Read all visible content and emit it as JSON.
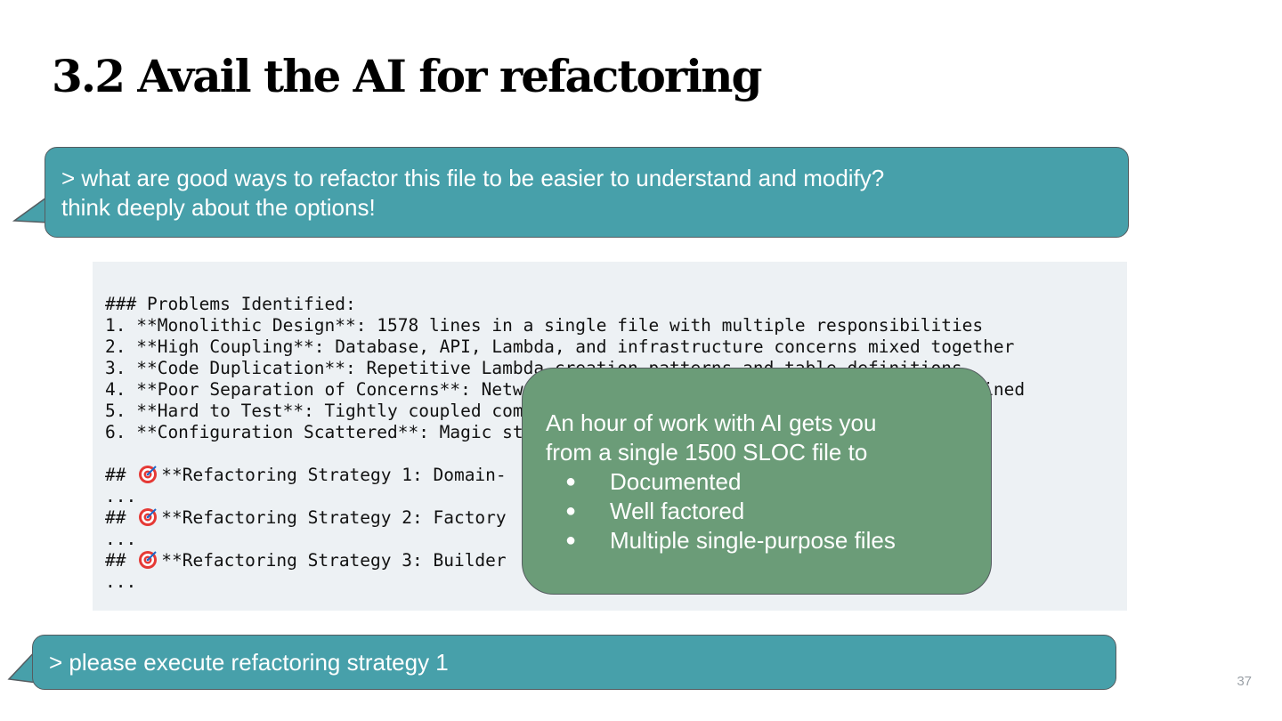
{
  "slide": {
    "title": "3.2 Avail the AI for refactoring",
    "page_number": "37"
  },
  "prompt_top": {
    "lines": [
      "> what are good ways to refactor this file to be easier to understand and modify?",
      "think deeply about the options!"
    ]
  },
  "code_panel": {
    "lines": [
      "### Problems Identified:",
      "1. **Monolithic Design**: 1578 lines in a single file with multiple responsibilities",
      "2. **High Coupling**: Database, API, Lambda, and infrastructure concerns mixed together",
      "3. **Code Duplication**: Repetitive Lambda creation patterns and table definitions",
      "4. **Poor Separation of Concerns**: Networking, security, and business logic intertwined",
      "5. **Hard to Test**: Tightly coupled components",
      "6. **Configuration Scattered**: Magic strings",
      "",
      "**Refactoring Strategy 1: Domain-",
      "...",
      "**Refactoring Strategy 2: Factory",
      "...",
      "**Refactoring Strategy 3: Builder",
      "..."
    ],
    "strategy_prefix": "## ",
    "strategy_icon": "target-icon"
  },
  "note": {
    "intro_lines": [
      "An hour of work with AI gets you",
      "from a single 1500 SLOC file to"
    ],
    "bullet": "●",
    "items": [
      "Documented",
      "Well factored",
      "Multiple single-purpose files"
    ]
  },
  "prompt_bottom": {
    "text": "> please execute refactoring strategy 1"
  },
  "colors": {
    "bubble": "#47a0aa",
    "note": "#6b9c78",
    "code_background": "#edf1f4",
    "page_number": "#9aa0a6"
  }
}
